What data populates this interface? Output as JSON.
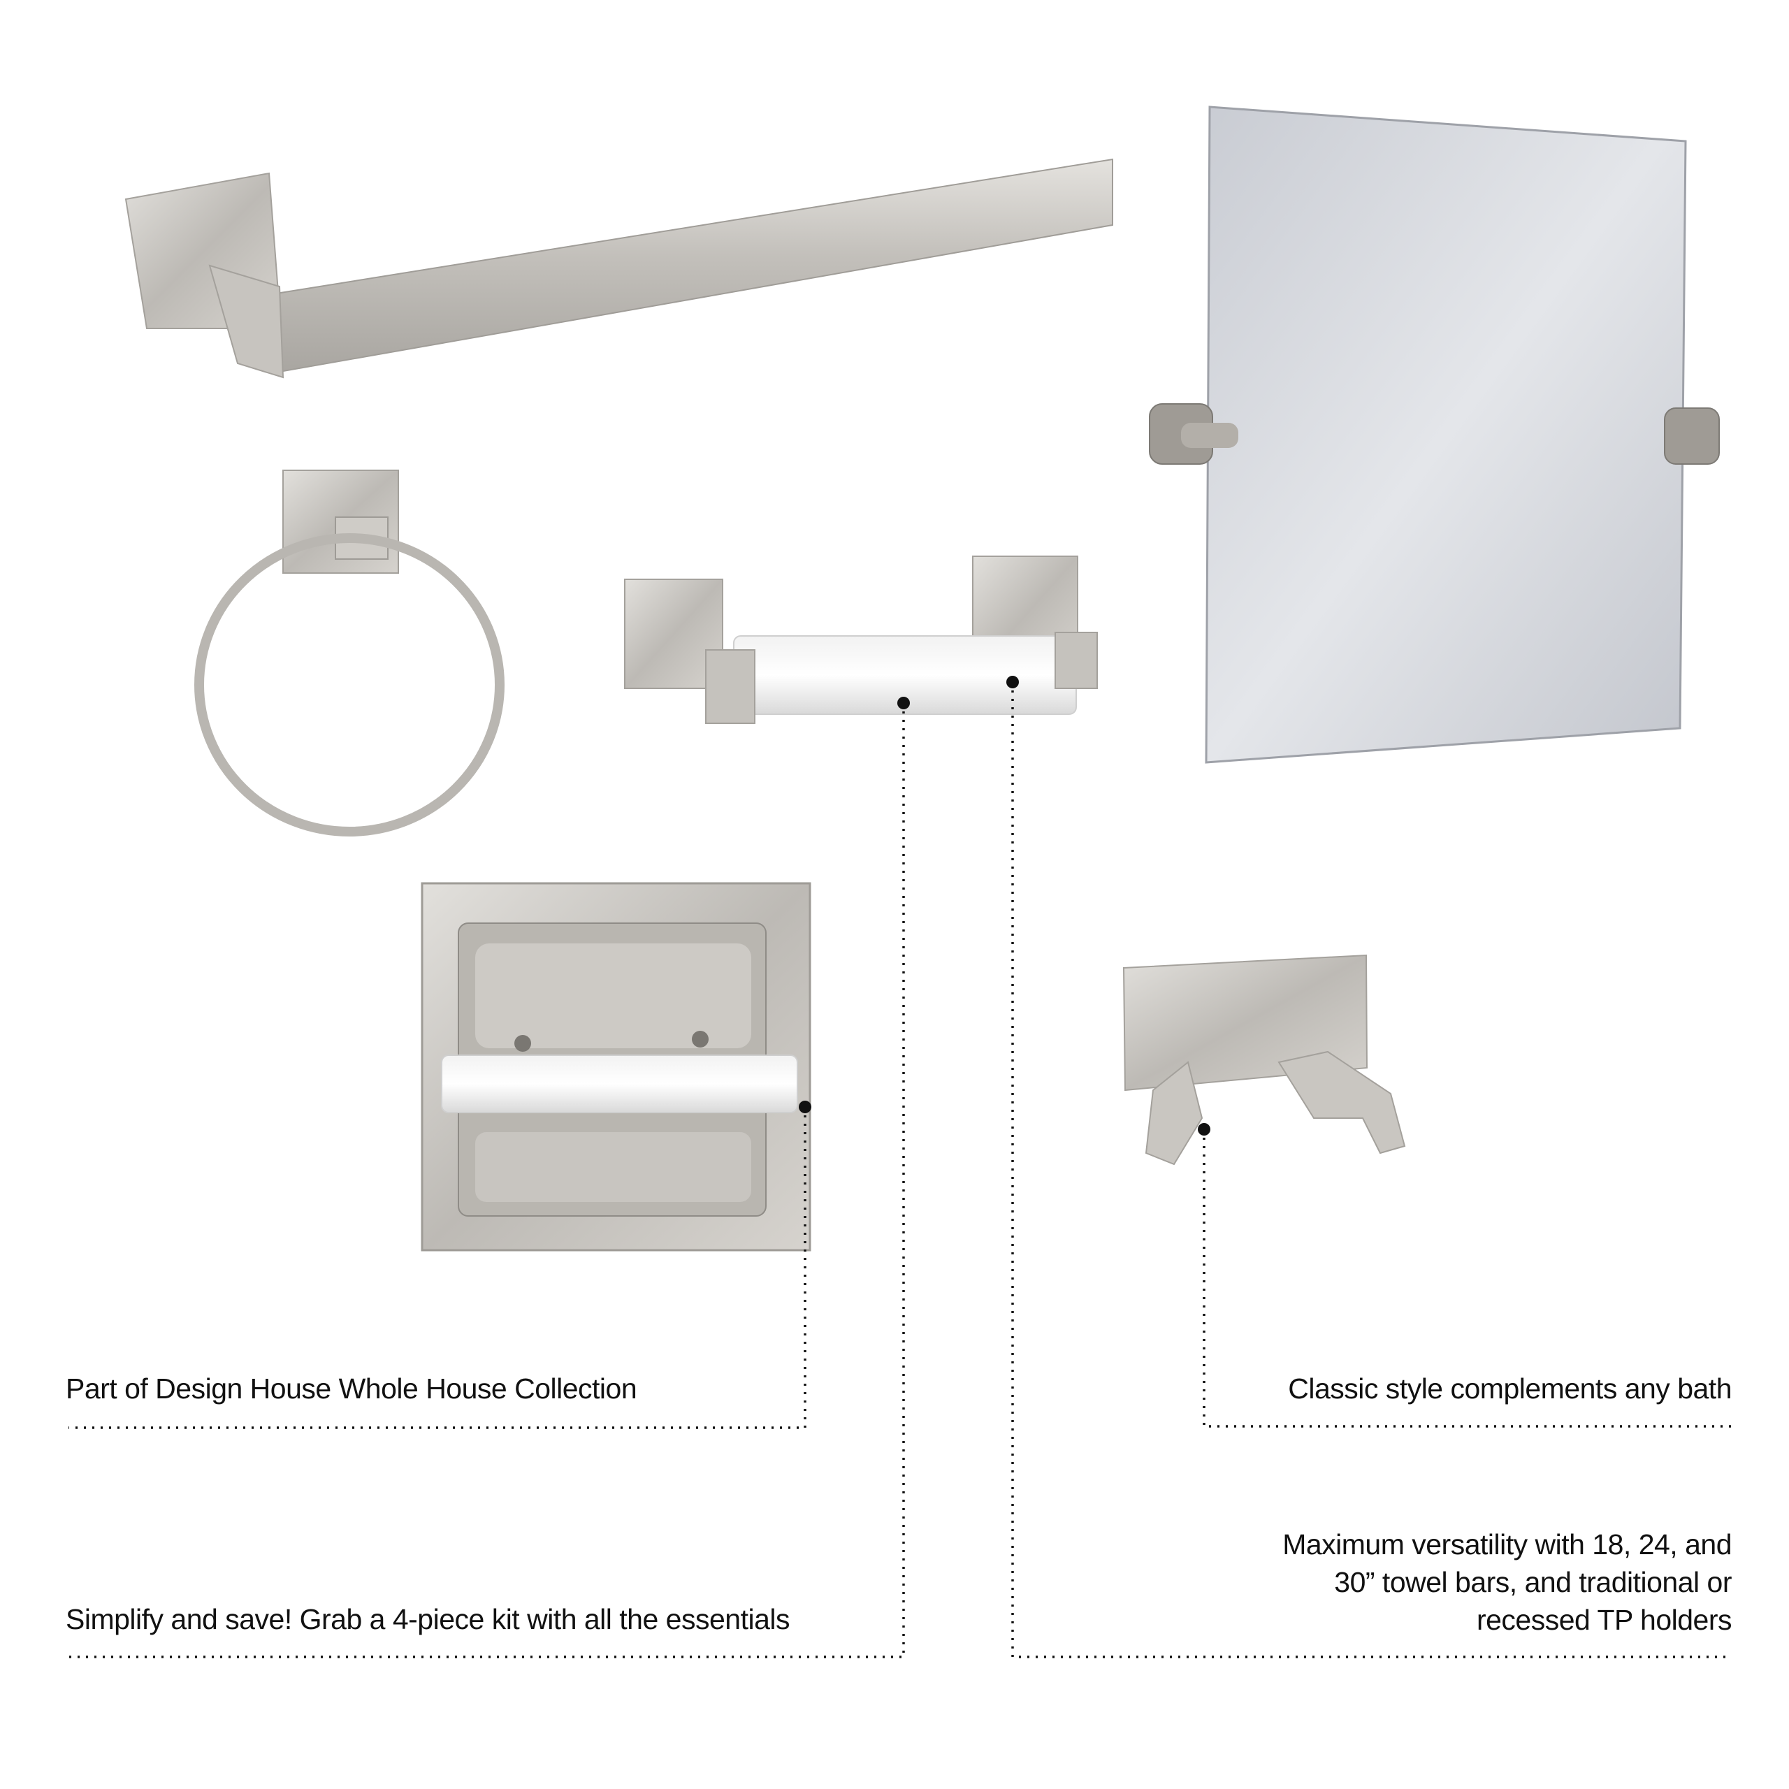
{
  "features": [
    {
      "id": "collection",
      "text": "Part of Design House Whole House Collection"
    },
    {
      "id": "kit",
      "text": "Simplify and save! Grab a 4-piece kit with all the essentials"
    },
    {
      "id": "style",
      "text": "Classic style complements any bath"
    },
    {
      "id": "versatility",
      "lines": [
        "Maximum versatility with 18, 24, and",
        "30” towel bars, and traditional or",
        "recessed TP holders"
      ]
    }
  ],
  "products": [
    "towel-bar",
    "towel-ring",
    "toilet-paper-holder",
    "tilting-mirror",
    "recessed-toilet-paper-holder",
    "double-robe-hook"
  ],
  "colors": {
    "finish": "#c9c6c1",
    "text": "#111111",
    "callout": "#111111"
  }
}
